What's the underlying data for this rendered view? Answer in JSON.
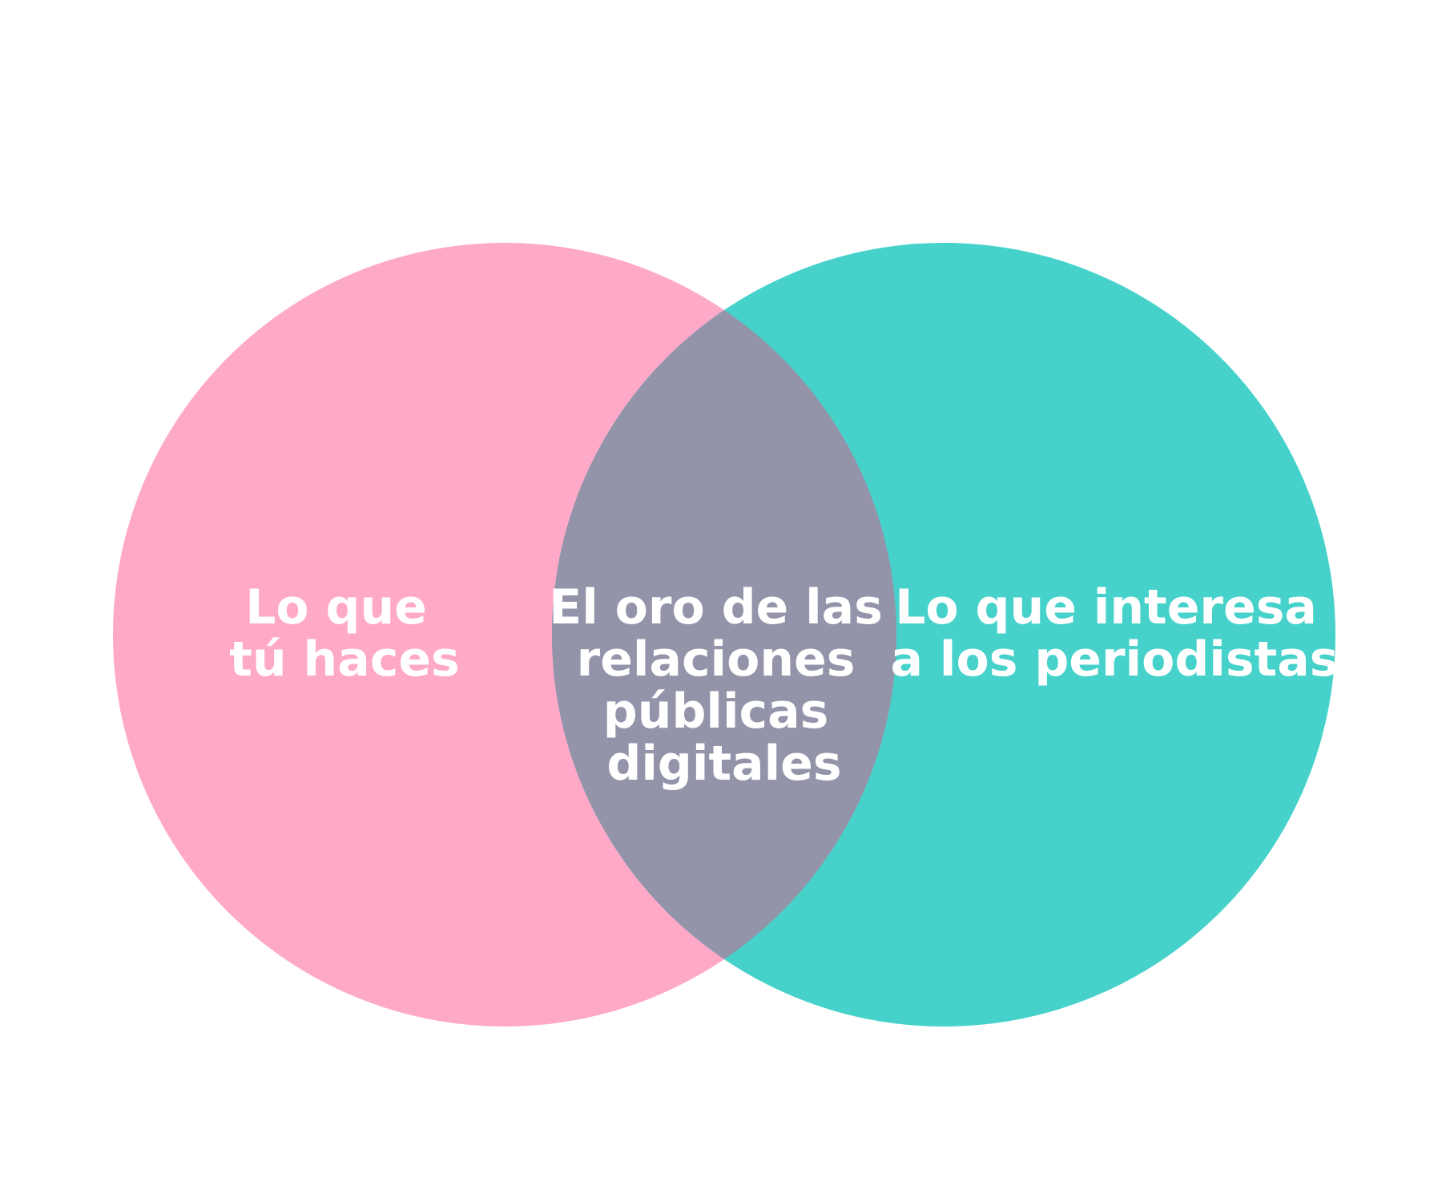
{
  "colors": {
    "background": "#ffffff",
    "left_set": "#FFA9C9",
    "right_set": "#46D2CB",
    "intersection": "#9394A9",
    "label": "#ffffff"
  },
  "venn": {
    "left_set": {
      "lines": [
        "Lo que",
        "tú haces"
      ]
    },
    "right_set": {
      "lines": [
        "Lo que interesa",
        "a los periodistas"
      ]
    },
    "intersection": {
      "lines": [
        "El oro de las",
        "relaciones",
        "públicas",
        "digitales"
      ]
    }
  }
}
